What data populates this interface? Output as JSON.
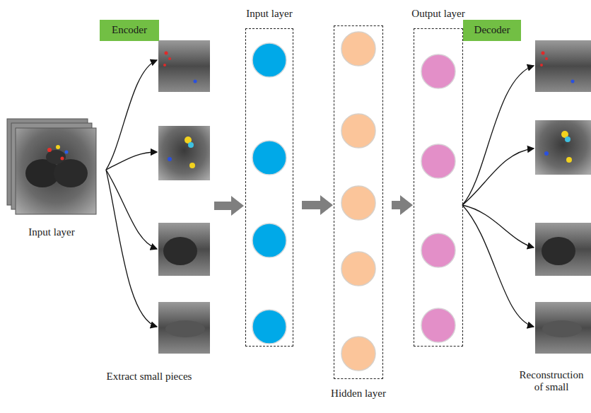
{
  "diagram": {
    "nodes": [
      {
        "text": [
          "Encoder"
        ]
      },
      {
        "text": [
          "Input layer"
        ]
      },
      {
        "text": [
          "Hidden layer"
        ]
      },
      {
        "text": [
          "Output layer"
        ]
      },
      {
        "text": [
          "Decoder"
        ]
      }
    ],
    "edges": [
      {
        "from": 1,
        "to": 2,
        "arrow": "to"
      },
      {
        "from": 2,
        "to": 3,
        "arrow": "to"
      }
    ],
    "labels": [
      "Input layer",
      "Extract small pieces",
      "Reconstruction of small"
    ]
  }
}
